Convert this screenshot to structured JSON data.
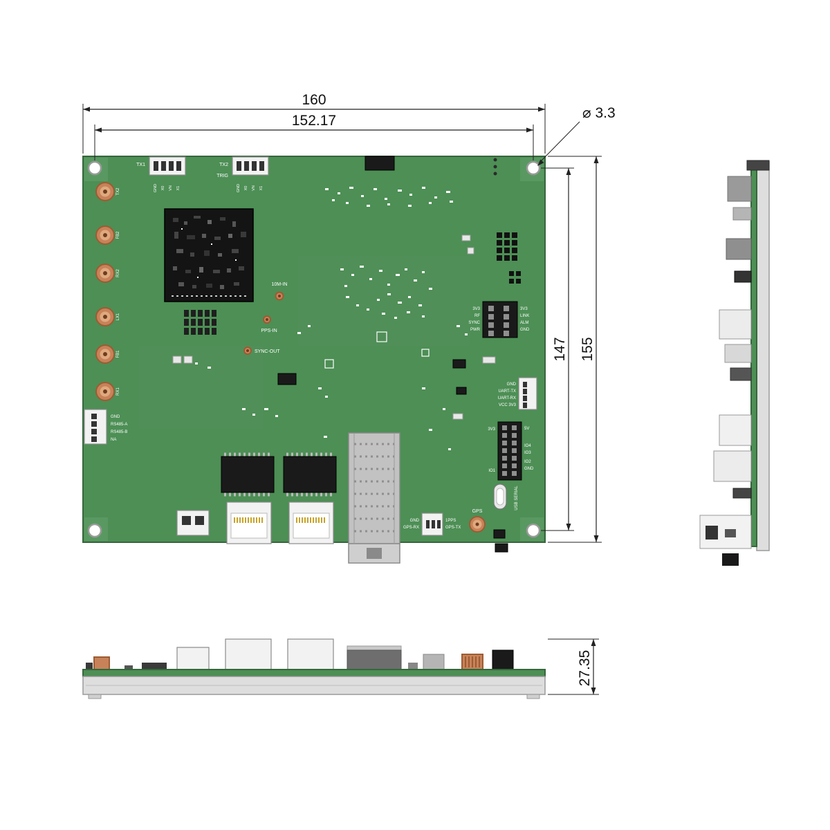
{
  "dims": {
    "width_outer": "160",
    "width_inner": "152.17",
    "hole_dia": "⌀ 3.3",
    "height_inner": "147",
    "height_outer": "155",
    "thickness": "27.35"
  },
  "silk": {
    "tx1": "TX1",
    "tx2": "TX2",
    "trig": "TRIG",
    "header_pins": [
      "GND",
      "X0",
      "VN",
      "X1"
    ],
    "coax": [
      "TX2",
      "FB2",
      "RX2",
      "LX1",
      "FB1",
      "RX1"
    ],
    "pads": {
      "m10": "10M-IN",
      "pps": "PPS-IN",
      "sync": "SYNC-OUT"
    },
    "rf_left": [
      "3V3",
      "RF",
      "SYNC",
      "PWR"
    ],
    "rf_right": [
      "3V3",
      "LINK",
      "ALM",
      "GND"
    ],
    "uart": [
      "GND",
      "UART-TX",
      "UART-RX",
      "VCC 3V3"
    ],
    "rs485": [
      "GND",
      "RS485-A",
      "RS485-B",
      "NA"
    ],
    "io_left": [
      "3V3",
      "IO1"
    ],
    "io_right": [
      "5V",
      "IO4",
      "IO3",
      "IO2",
      "GND"
    ],
    "usb": "USB SERIAL",
    "gps": "GPS",
    "gps_left": [
      "GND",
      "GPS-RX"
    ],
    "gps_right": [
      "1PPS",
      "GPS-TX"
    ]
  },
  "colors": {
    "pcb_green": "#4d8f55",
    "copper_orange": "#c8825a",
    "metal_silver": "#dedede",
    "dimension_ink": "#111111"
  }
}
